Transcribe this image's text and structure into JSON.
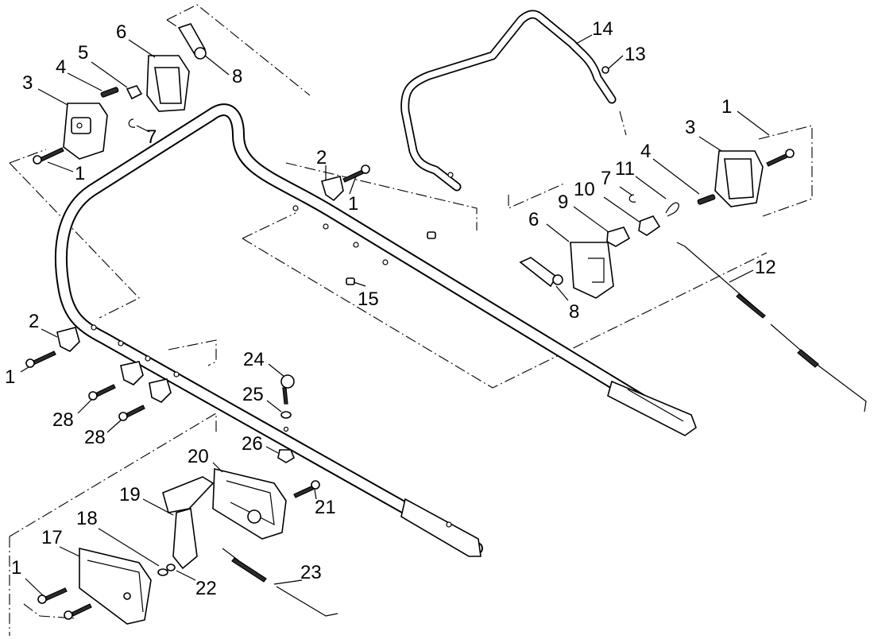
{
  "diagram": {
    "callouts": [
      {
        "id": "c6a",
        "text": "6"
      },
      {
        "id": "c5a",
        "text": "5"
      },
      {
        "id": "c4a",
        "text": "4"
      },
      {
        "id": "c3a",
        "text": "3"
      },
      {
        "id": "c7a",
        "text": "7"
      },
      {
        "id": "c1a",
        "text": "1"
      },
      {
        "id": "c8a",
        "text": "8"
      },
      {
        "id": "c14",
        "text": "14"
      },
      {
        "id": "c13",
        "text": "13"
      },
      {
        "id": "c1b",
        "text": "1"
      },
      {
        "id": "c3b",
        "text": "3"
      },
      {
        "id": "c2a",
        "text": "2"
      },
      {
        "id": "c1c",
        "text": "1"
      },
      {
        "id": "c4b",
        "text": "4"
      },
      {
        "id": "c11",
        "text": "11"
      },
      {
        "id": "c7b",
        "text": "7"
      },
      {
        "id": "c10",
        "text": "10"
      },
      {
        "id": "c9",
        "text": "9"
      },
      {
        "id": "c6b",
        "text": "6"
      },
      {
        "id": "c12",
        "text": "12"
      },
      {
        "id": "c8b",
        "text": "8"
      },
      {
        "id": "c15",
        "text": "15"
      },
      {
        "id": "c2b",
        "text": "2"
      },
      {
        "id": "c1d",
        "text": "1"
      },
      {
        "id": "c24",
        "text": "24"
      },
      {
        "id": "c25",
        "text": "25"
      },
      {
        "id": "c28a",
        "text": "28"
      },
      {
        "id": "c28b",
        "text": "28"
      },
      {
        "id": "c26",
        "text": "26"
      },
      {
        "id": "c20",
        "text": "20"
      },
      {
        "id": "c21",
        "text": "21"
      },
      {
        "id": "c19",
        "text": "19"
      },
      {
        "id": "c18",
        "text": "18"
      },
      {
        "id": "c17",
        "text": "17"
      },
      {
        "id": "c1e",
        "text": "1"
      },
      {
        "id": "c22",
        "text": "22"
      },
      {
        "id": "c23",
        "text": "23"
      }
    ]
  }
}
